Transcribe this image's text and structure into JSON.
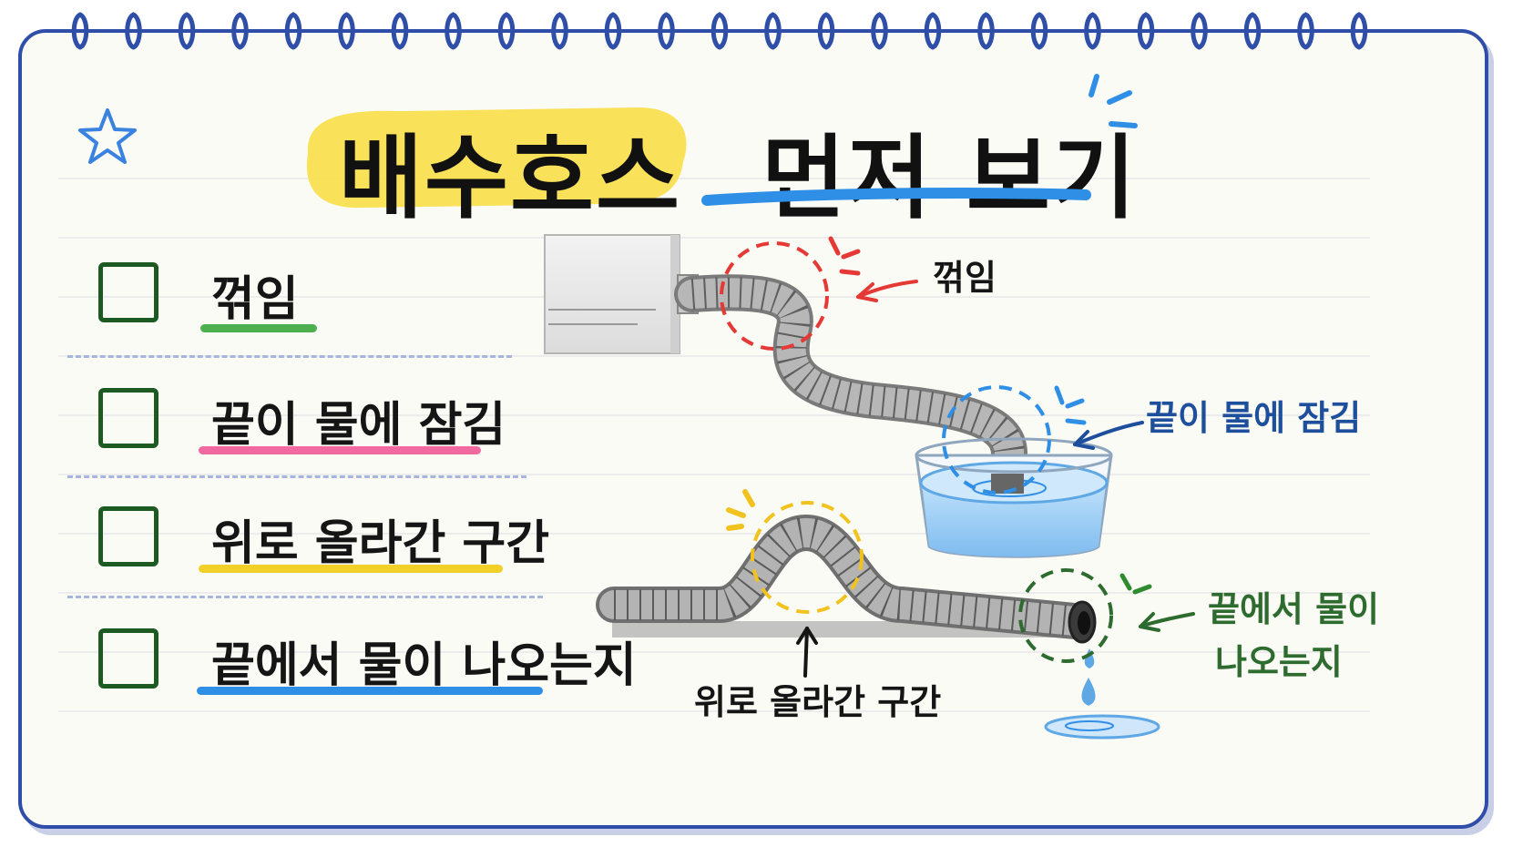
{
  "title": {
    "highlighted": "배수호스",
    "underlined": "먼저 보기"
  },
  "checklist": [
    {
      "label": "꺾임",
      "underline_color": "#4caf50"
    },
    {
      "label": "끝이 물에 잠김",
      "underline_color": "#f06aa0"
    },
    {
      "label": "위로 올라간 구간",
      "underline_color": "#f2d02a"
    },
    {
      "label": "끝에서 물이 나오는지",
      "underline_color": "#2f8fe6"
    }
  ],
  "callouts": {
    "kink": "꺾임",
    "submerged": "끝이 물에 잠김",
    "raised": "위로 올라간 구간",
    "outflow_line1": "끝에서 물이",
    "outflow_line2": "나오는지"
  },
  "colors": {
    "frame": "#2f4ea8",
    "checkbox": "#1c5a22",
    "title_highlight": "#f9e04b",
    "title_underline": "#2f8fe6",
    "kink_marker": "#e53935",
    "submerged_marker": "#2f8fe6",
    "submerged_text": "#1e4f9c",
    "raised_marker": "#f2c21e",
    "outflow_marker": "#2e6b2e",
    "outflow_text": "#2e6b2e"
  },
  "icons": [
    "star-icon",
    "spiral-ring-icon",
    "arrow-icon",
    "water-drop-icon"
  ]
}
